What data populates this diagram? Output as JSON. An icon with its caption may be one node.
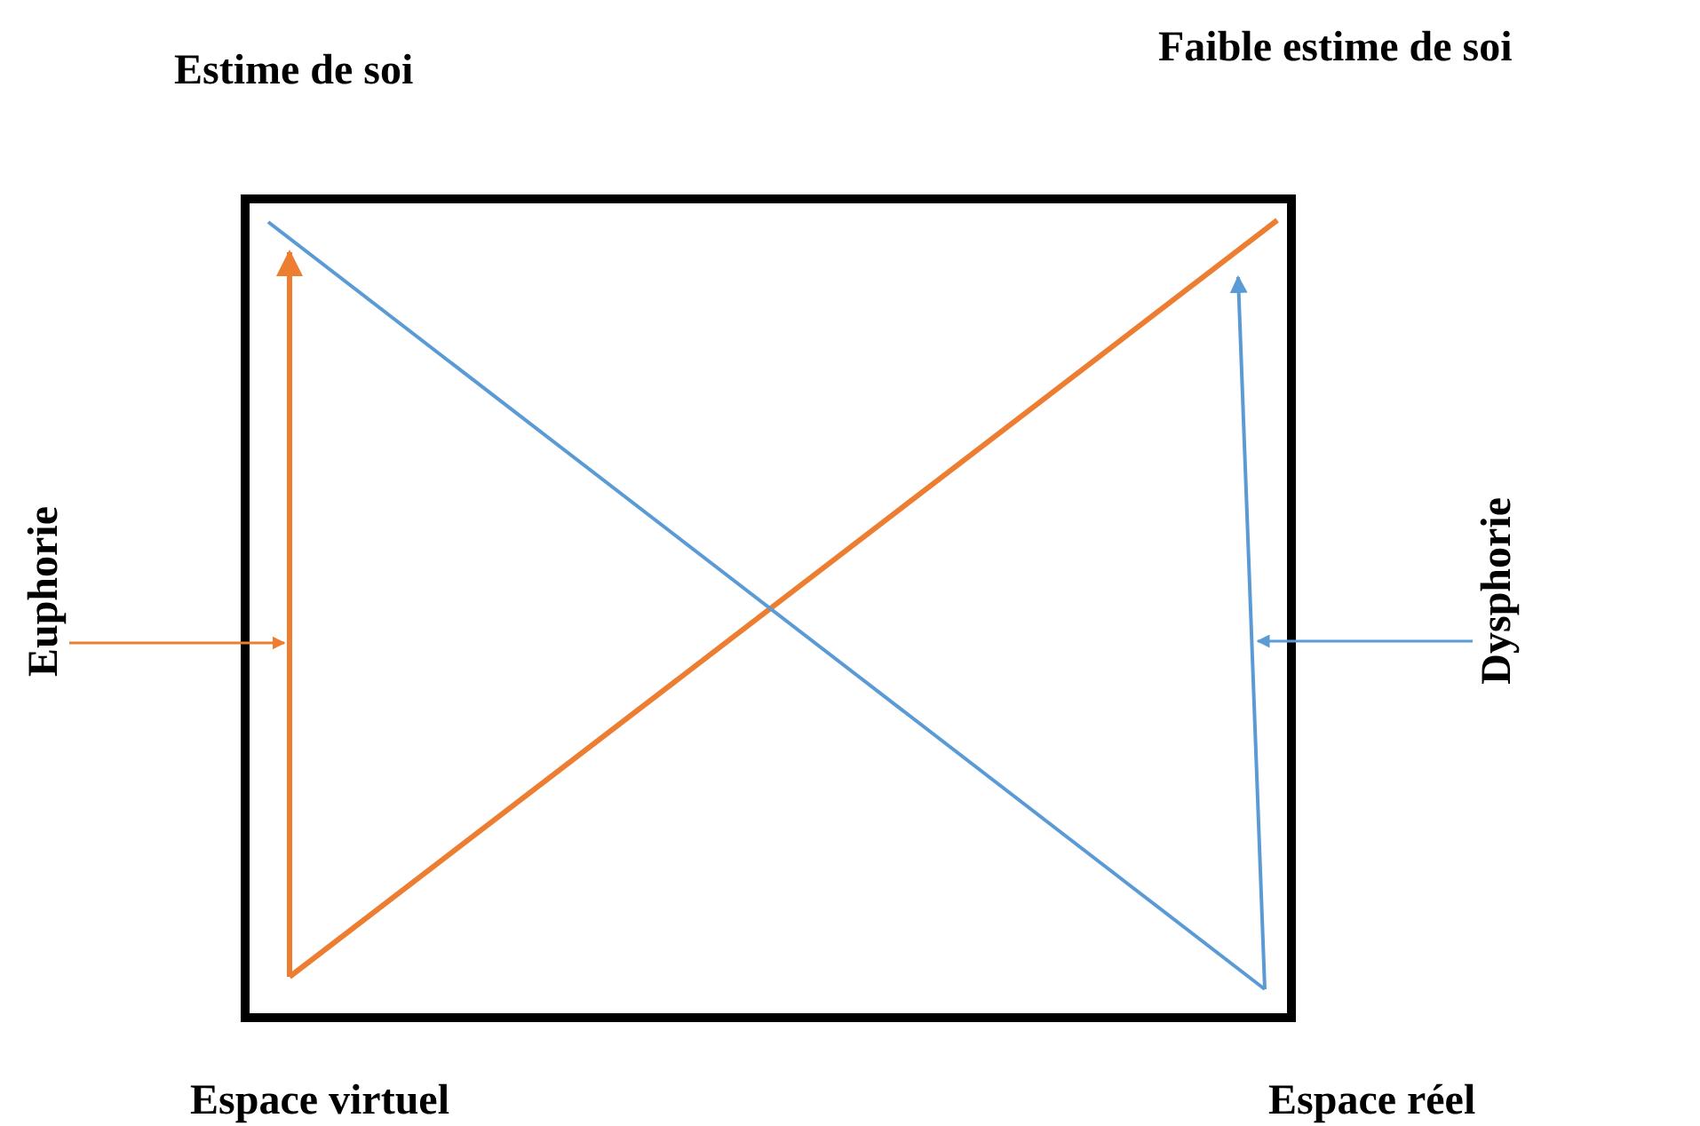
{
  "diagram": {
    "nodes": [
      {
        "text": [
          "Euphorie"
        ]
      },
      {
        "text": [
          "Dysphorie"
        ]
      }
    ],
    "edges": [
      {
        "from": 0,
        "to": null,
        "arrow": "to",
        "color": "#ed7d31"
      },
      {
        "from": 1,
        "to": null,
        "arrow": "to",
        "color": "#5b9bd5"
      }
    ],
    "labels": [
      "Estime de soi",
      "Faible estime de soi",
      "Espace virtuel",
      "Espace réel"
    ]
  }
}
